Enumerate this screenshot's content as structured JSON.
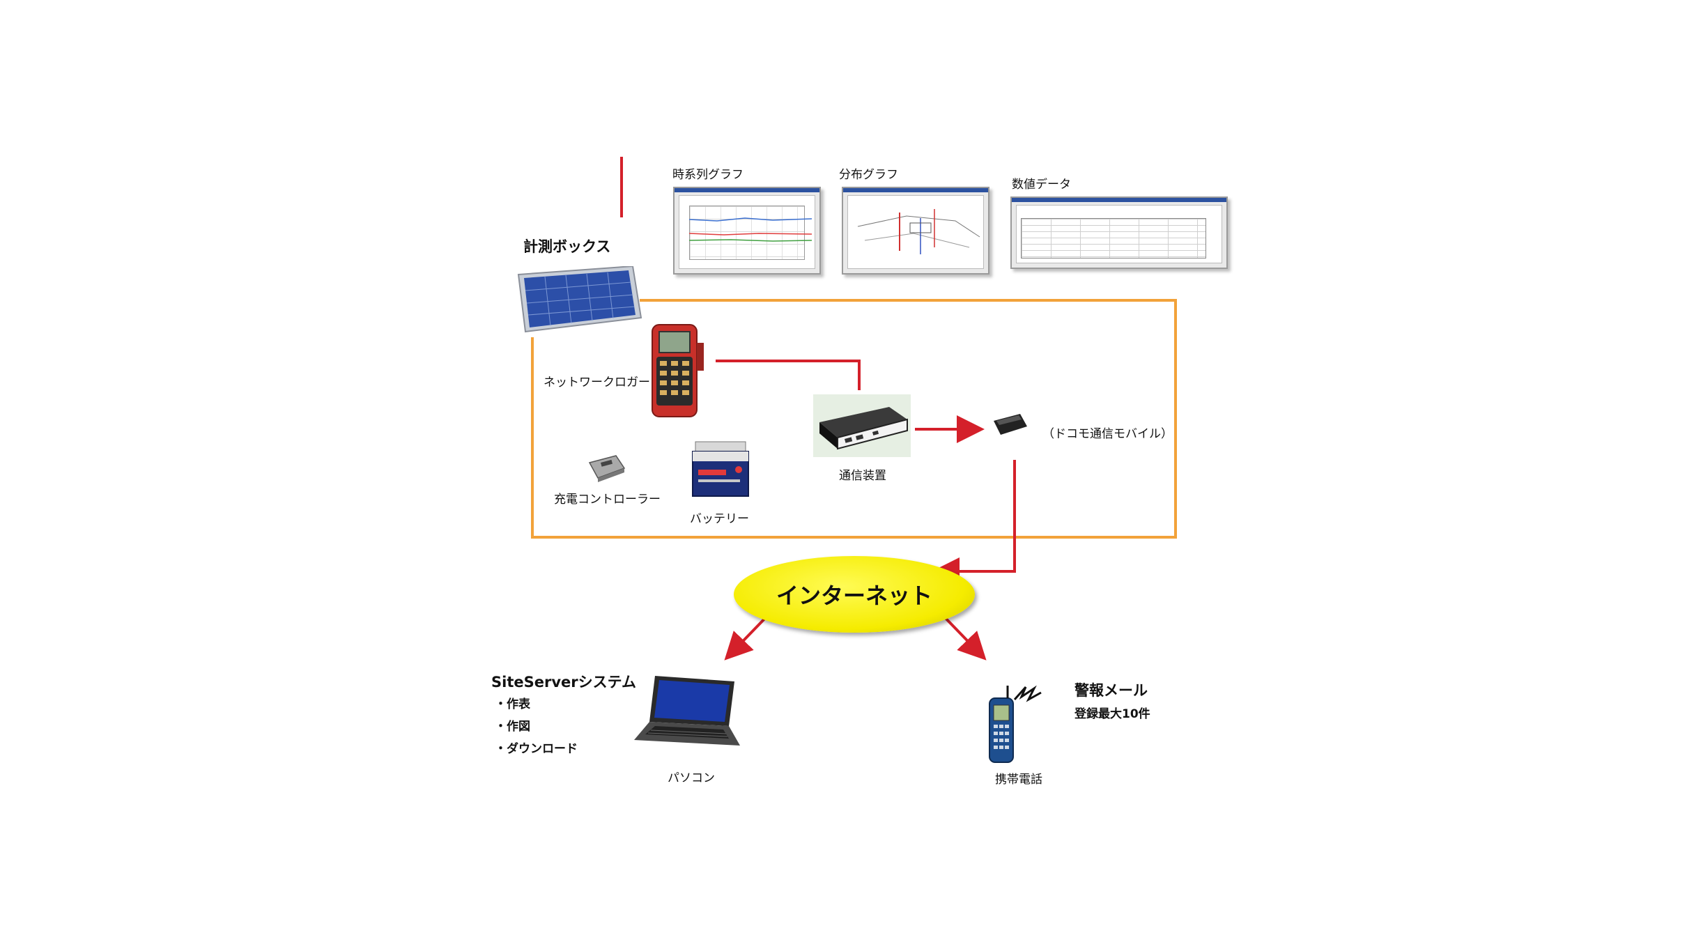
{
  "labels": {
    "measurement_box": "計測ボックス",
    "timeseries_graph": "時系列グラフ",
    "distribution_graph": "分布グラフ",
    "numeric_data": "数値データ",
    "network_logger": "ネットワークロガー",
    "comm_device": "通信装置",
    "docomo_mobile": "（ドコモ通信モバイル）",
    "charge_controller": "充電コントローラー",
    "battery": "バッテリー",
    "internet": "インターネット",
    "siteserver_title": "SiteServerシステム",
    "siteserver_items": [
      "・作表",
      "・作図",
      "・ダウンロード"
    ],
    "pc": "パソコン",
    "alert_mail": "警報メール",
    "alert_register": "登録最大10件",
    "mobile_phone": "携帯電話"
  },
  "colors": {
    "wire_red": "#d4202a",
    "enclosure_orange": "#f2a23a",
    "internet_yellow": "#f5ec00"
  },
  "icons": [
    "solar-panel-icon",
    "logger-device-icon",
    "comm-device-icon",
    "mobile-modem-icon",
    "charge-controller-icon",
    "battery-icon",
    "laptop-icon",
    "cell-phone-icon"
  ]
}
